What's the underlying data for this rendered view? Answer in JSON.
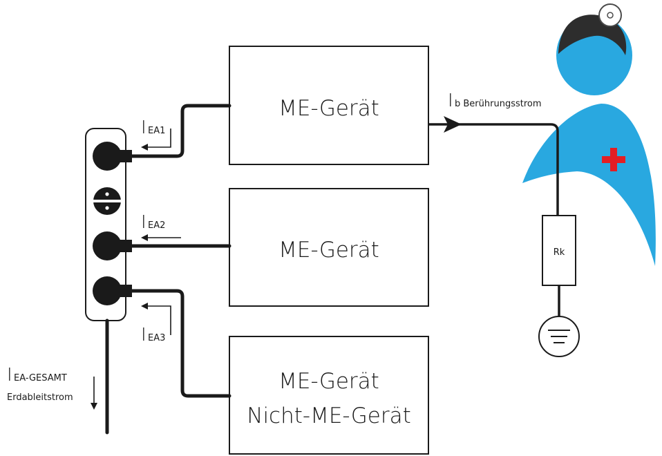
{
  "devices": [
    {
      "line1": "ME-Gerät",
      "line2": ""
    },
    {
      "line1": "ME-Gerät",
      "line2": ""
    },
    {
      "line1": "ME-Gerät",
      "line2": "Nicht-ME-Gerät"
    }
  ],
  "currents": {
    "ea1": {
      "main": "I",
      "sub": "EA1"
    },
    "ea2": {
      "main": "I",
      "sub": "EA2"
    },
    "ea3": {
      "main": "I",
      "sub": "EA3"
    },
    "total": {
      "main": "I",
      "sub": "EA-GESAMT",
      "caption": "Erdableitstrom"
    },
    "touch": {
      "main": "I",
      "sub": "b Berührungsstrom"
    }
  },
  "resistor": {
    "label": "Rk"
  },
  "colors": {
    "line": "#1a1a1a",
    "patient_body": "#29a8e0",
    "patient_hair": "#2d2d2d",
    "cross": "#e31e24"
  },
  "icons": {
    "patient": "patient-doctor-figure",
    "ground": "ground-symbol-icon",
    "socket": "socket-outlet-icon",
    "mirror": "head-mirror-icon",
    "cross": "red-cross-icon"
  }
}
